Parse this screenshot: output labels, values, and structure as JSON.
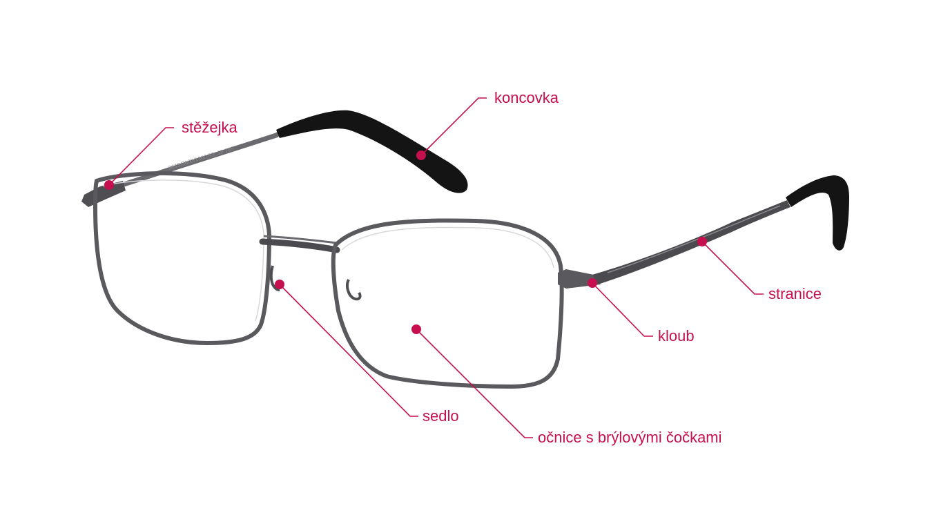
{
  "colors": {
    "accent": "#c50f4f",
    "frame": "#5a5a5e",
    "frame_dark": "#3c3c40",
    "tip": "#141414",
    "background": "#ffffff"
  },
  "labels": {
    "stezejka": "stěžejka",
    "koncovka": "koncovka",
    "stranice": "stranice",
    "kloub": "kloub",
    "sedlo": "sedlo",
    "ocnice": "očnice s brýlovými čočkami"
  },
  "temple_imprint": "3613/3600/1360  53□18  145"
}
